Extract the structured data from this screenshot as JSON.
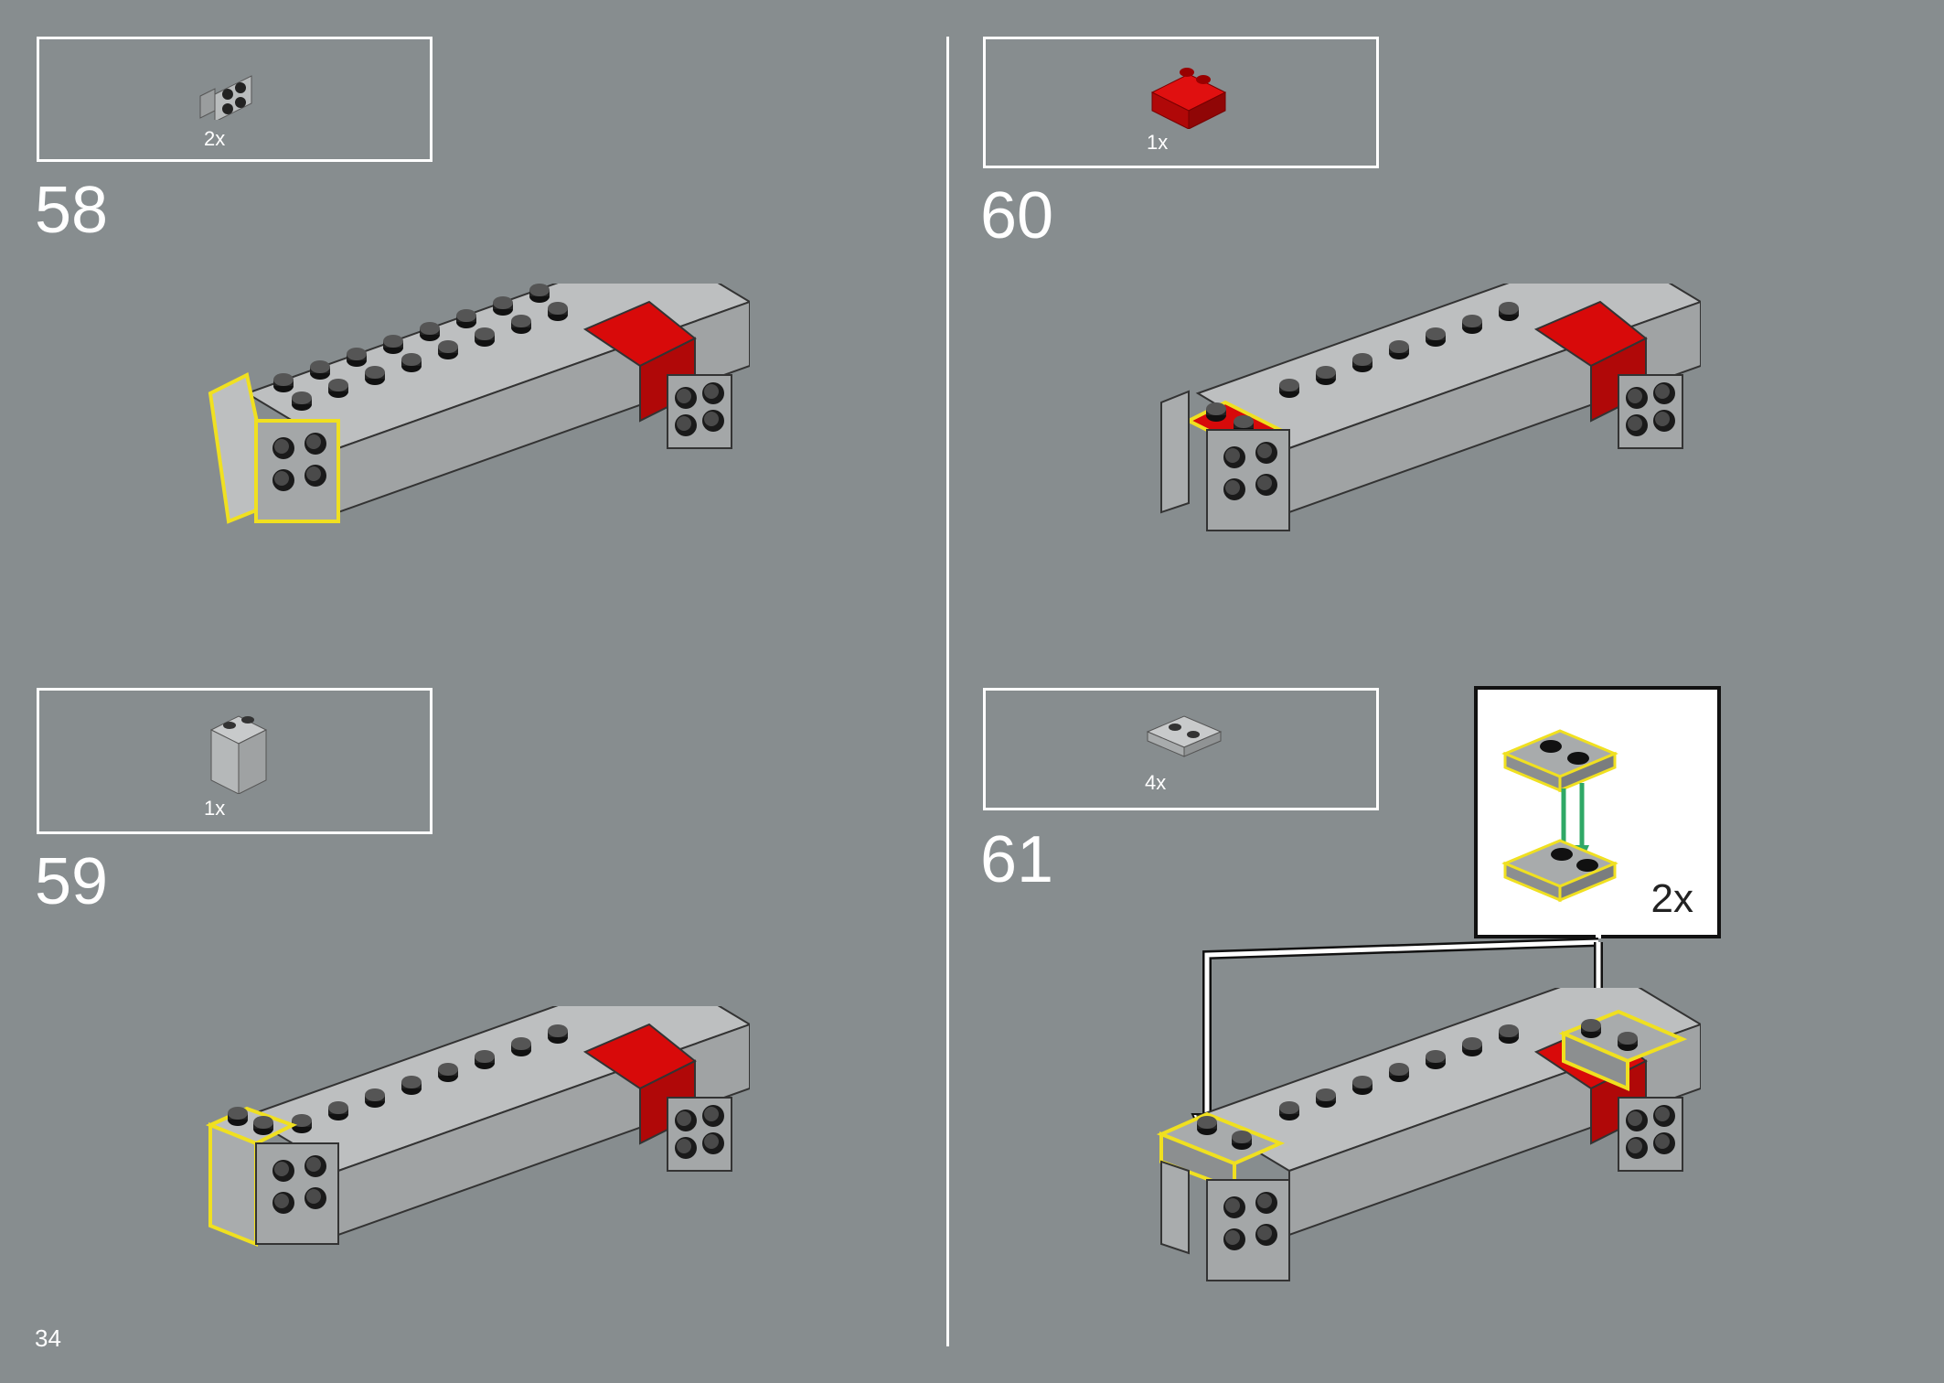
{
  "page": {
    "number": "34"
  },
  "colors": {
    "background": "#878d8f",
    "brick_gray": "#a4a7a8",
    "brick_red": "#d80a0a",
    "highlight": "#f0e020",
    "arrow_green": "#2fa866"
  },
  "steps": [
    {
      "number": "58",
      "parts": [
        {
          "qty": "2x",
          "icon": "bracket-piece-icon"
        }
      ]
    },
    {
      "number": "59",
      "parts": [
        {
          "qty": "1x",
          "icon": "brick-1x2x2-icon"
        }
      ]
    },
    {
      "number": "60",
      "parts": [
        {
          "qty": "1x",
          "icon": "red-slope-piece-icon"
        }
      ]
    },
    {
      "number": "61",
      "parts": [
        {
          "qty": "4x",
          "icon": "plate-2x2-icon"
        }
      ],
      "callout": {
        "qty": "2x"
      }
    }
  ]
}
